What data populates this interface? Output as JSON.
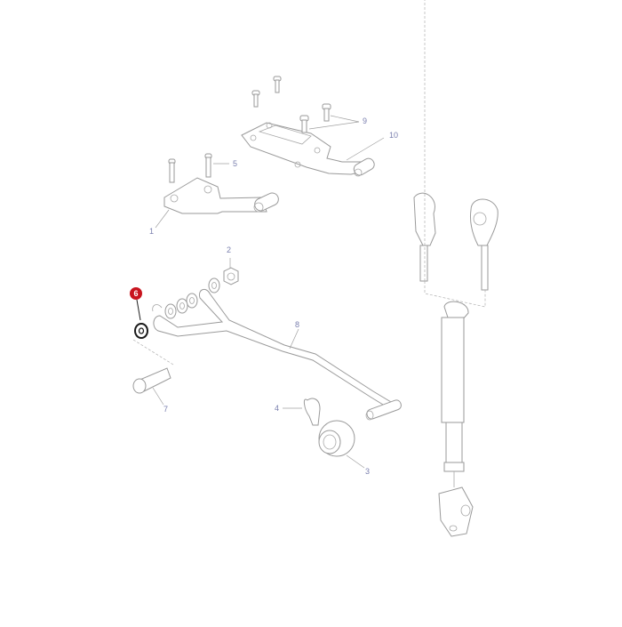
{
  "diagram": {
    "title": "Top link / stabiliser assembly exploded parts diagram",
    "highlight_color": "#c8141e",
    "label_color": "#7a7fae",
    "callouts": [
      {
        "id": "1",
        "label": "1",
        "part": "lift arm bracket"
      },
      {
        "id": "2",
        "label": "2",
        "part": "nut"
      },
      {
        "id": "3",
        "label": "3",
        "part": "ball joint"
      },
      {
        "id": "4",
        "label": "4",
        "part": "linch pin"
      },
      {
        "id": "5",
        "label": "5",
        "part": "bolts"
      },
      {
        "id": "6",
        "label": "6",
        "part": "washer",
        "highlighted": true
      },
      {
        "id": "7",
        "label": "7",
        "part": "bolt"
      },
      {
        "id": "8",
        "label": "8",
        "part": "stabiliser rod"
      },
      {
        "id": "9",
        "label": "9",
        "part": "bolts"
      },
      {
        "id": "10",
        "label": "10",
        "part": "mounting bracket"
      }
    ]
  }
}
